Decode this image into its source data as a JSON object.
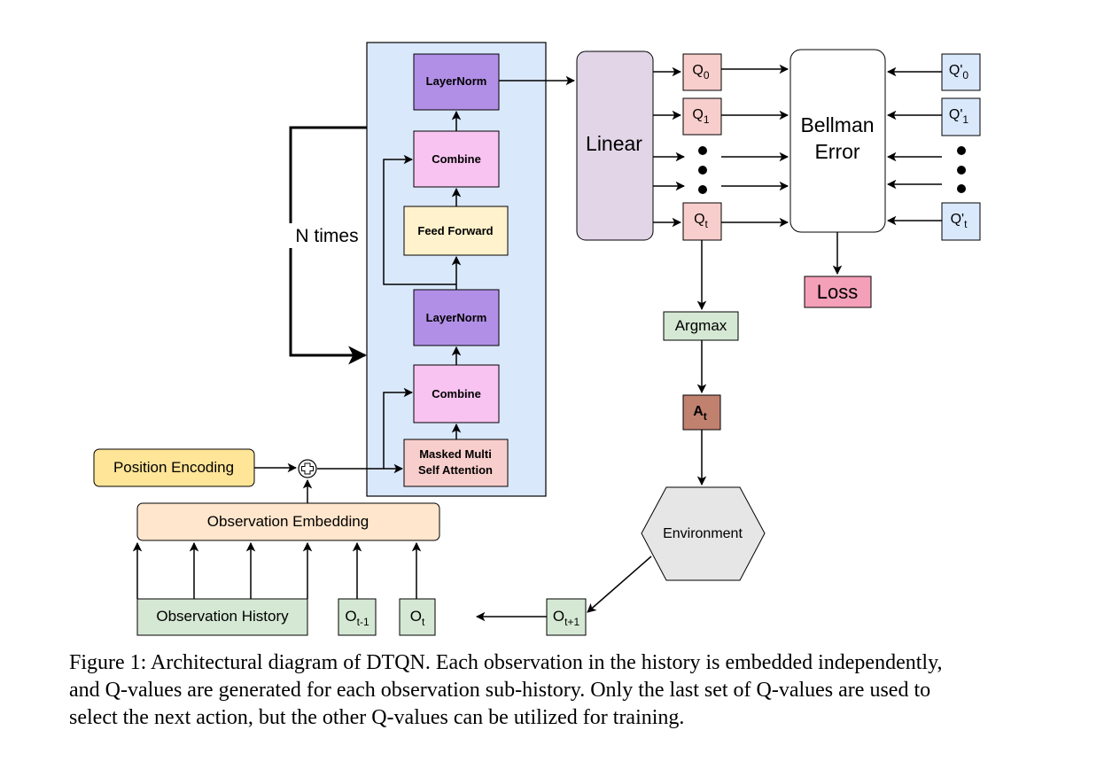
{
  "blocks": {
    "layernorm_top": "LayerNorm",
    "combine_top": "Combine",
    "feed_forward": "Feed Forward",
    "layernorm_bottom": "LayerNorm",
    "combine_bottom": "Combine",
    "masked_attention_line1": "Masked Multi",
    "masked_attention_line2": "Self Attention",
    "n_times": "N times",
    "position_encoding": "Position Encoding",
    "observation_embedding": "Observation Embedding",
    "observation_history": "Observation History",
    "o_tm1_base": "O",
    "o_tm1_sub": "t-1",
    "o_t_base": "O",
    "o_t_sub": "t",
    "o_tp1_base": "O",
    "o_tp1_sub": "t+1",
    "linear": "Linear",
    "q0_base": "Q",
    "q0_sub": "0",
    "q1_base": "Q",
    "q1_sub": "1",
    "qt_base": "Q",
    "qt_sub": "t",
    "qp0_base": "Q'",
    "qp0_sub": "0",
    "qp1_base": "Q'",
    "qp1_sub": "1",
    "qpt_base": "Q'",
    "qpt_sub": "t",
    "bellman_line1": "Bellman",
    "bellman_line2": "Error",
    "loss": "Loss",
    "argmax": "Argmax",
    "action_base": "A",
    "action_sub": "t",
    "environment": "Environment"
  },
  "caption": {
    "line1": "Figure 1: Architectural diagram of DTQN. Each observation in the history is embedded independently,",
    "line2": "and Q-values are generated for each observation sub-history. Only the last set of Q-values are used to",
    "line3": "select the next action, but the other Q-values can be utilized for training."
  },
  "colors": {
    "panel": "#dae8fc",
    "layernorm": "#b18fe6",
    "combine": "#f8c3f0",
    "feed_forward": "#fff2cc",
    "attention": "#f8cecc",
    "position_encoding": "#ffe597",
    "embedding": "#ffe6cc",
    "observation": "#d5e8d4",
    "linear": "#e1d5e7",
    "q_values": "#f8cecc",
    "q_targets": "#dae8fc",
    "loss": "#f4a0b8",
    "action": "#c0816f",
    "environment": "#e6e6e6"
  }
}
